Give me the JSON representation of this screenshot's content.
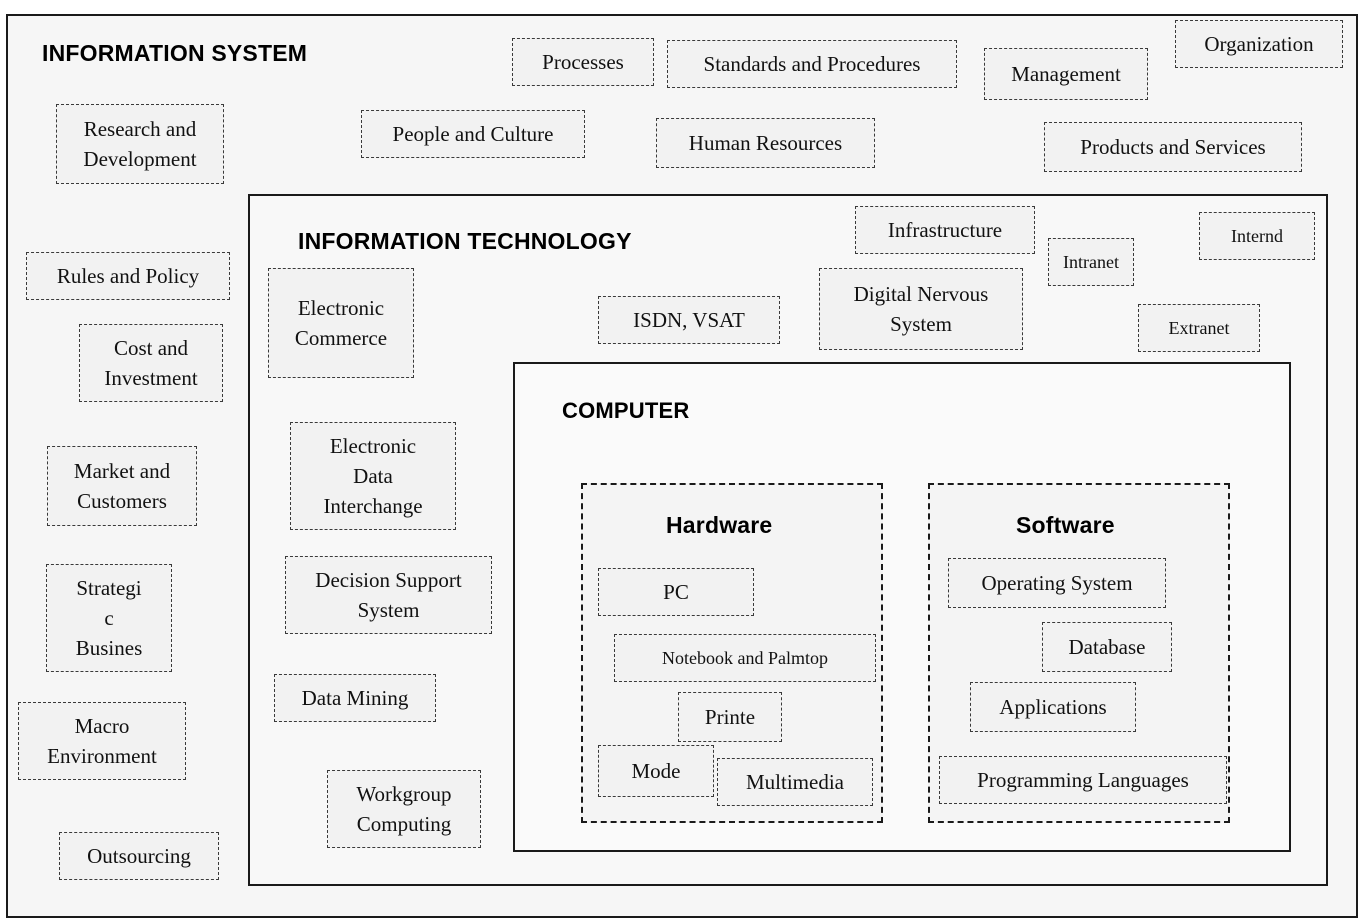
{
  "diagram": {
    "info_system": {
      "title": "INFORMATION SYSTEM",
      "items": {
        "processes": "Processes",
        "standards": "Standards and Procedures",
        "management": "Management",
        "organization": "Organization",
        "research": "Research and\nDevelopment",
        "people": "People and Culture",
        "hr": "Human Resources",
        "products": "Products and Services",
        "rules": "Rules and Policy",
        "cost": "Cost and\nInvestment",
        "market": "Market and\nCustomers",
        "strategic": "Strategi\nc\nBusines",
        "macro": "Macro\nEnvironment",
        "outsourcing": "Outsourcing"
      }
    },
    "info_technology": {
      "title": "INFORMATION TECHNOLOGY",
      "items": {
        "infrastructure": "Infrastructure",
        "internet": "Internd",
        "intranet": "Intranet",
        "ecommerce": "Electronic\nCommerce",
        "isdn": "ISDN, VSAT",
        "dns": "Digital Nervous\nSystem",
        "extranet": "Extranet",
        "edi": "Electronic\nData\nInterchange",
        "dss": "Decision Support\nSystem",
        "mining": "Data Mining",
        "workgroup": "Workgroup\nComputing"
      }
    },
    "computer": {
      "title": "COMPUTER",
      "hardware": {
        "title": "Hardware",
        "items": {
          "pc": "PC",
          "notebook": "Notebook and Palmtop",
          "printer": "Printe",
          "modem": "Mode",
          "multimedia": "Multimedia"
        }
      },
      "software": {
        "title": "Software",
        "items": {
          "os": "Operating System",
          "database": "Database",
          "applications": "Applications",
          "languages": "Programming Languages"
        }
      }
    }
  }
}
